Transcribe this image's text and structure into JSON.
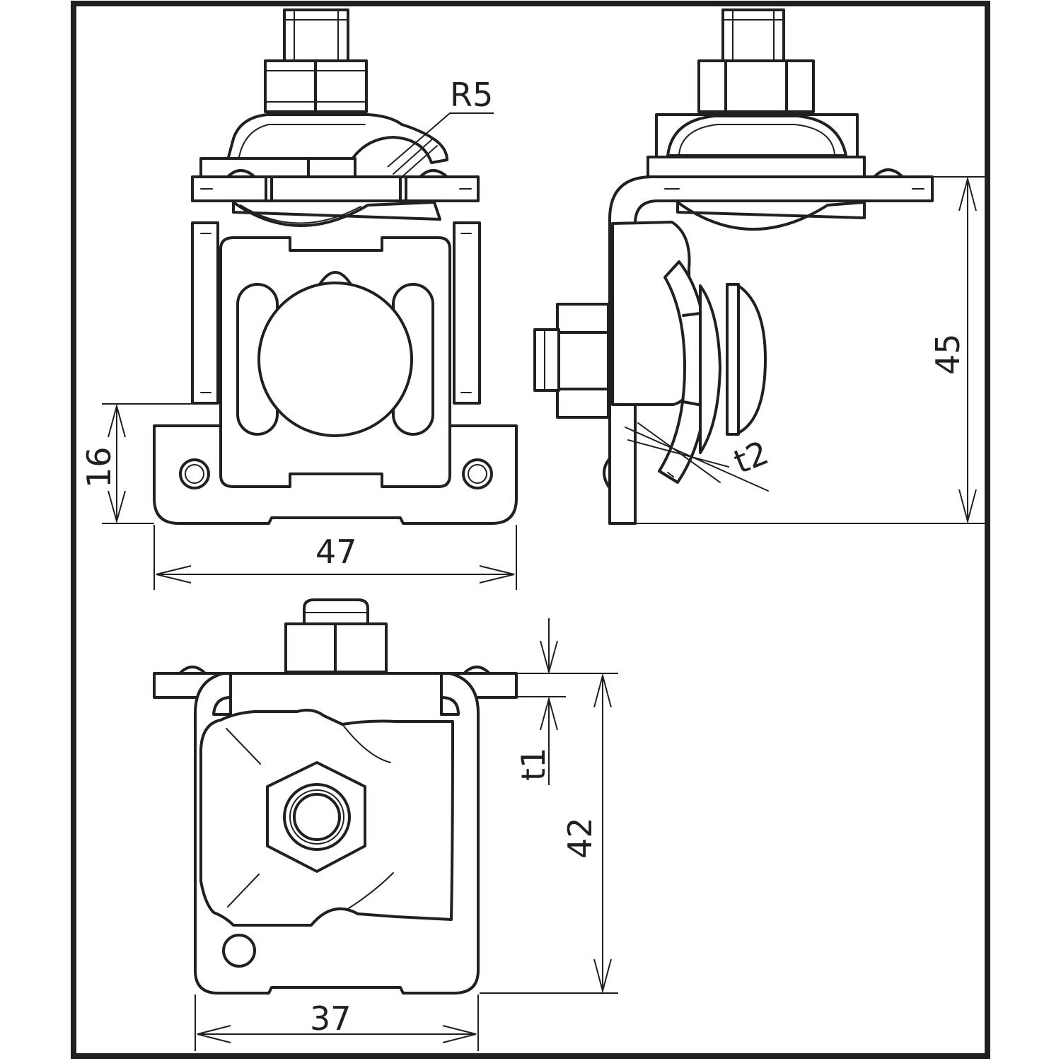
{
  "colors": {
    "line": "#231f20",
    "background": "#ffffff"
  },
  "dimensions": {
    "r5": "R5",
    "width_front": "47",
    "height_front": "16",
    "height_side": "45",
    "thickness_side": "t2",
    "width_bottom": "37",
    "height_bottom": "42",
    "thickness_bottom": "t1"
  }
}
